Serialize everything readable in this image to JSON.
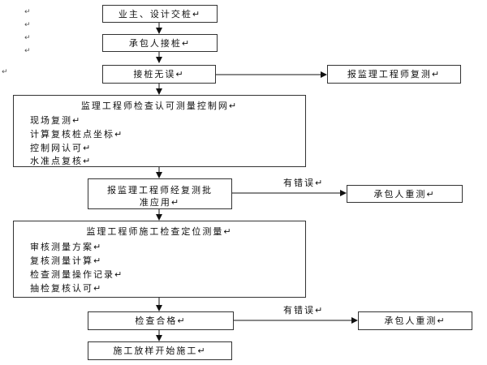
{
  "nodes": {
    "owner_handover": "业主、设计交桩↵",
    "contractor_receive": "承包人接桩↵",
    "stake_check": "接桩无误↵",
    "report_review": "报监理工程师复测↵",
    "engineer_check_title": "监理工程师检查认可测量控制网↵",
    "engineer_check_items": [
      "现场复测↵",
      "计算复核桩点坐标↵",
      "控制网认可↵",
      "水准点复核↵"
    ],
    "approval_line1": "报监理工程师经复测批",
    "approval_line2": "准应用↵",
    "remeasure_1": "承包人重测↵",
    "positioning_title": "监理工程师施工检查定位测量↵",
    "positioning_items": [
      "审核测量方案↵",
      "复核测量计算↵",
      "检查测量操作记录↵",
      "抽检复核认可↵"
    ],
    "inspection_pass": "检查合格↵",
    "remeasure_2": "承包人重测↵",
    "start_construction": "施工放样开始施工↵"
  },
  "edge_labels": {
    "error_1": "有错误↵",
    "error_2": "有错误↵"
  },
  "margin_marks": [
    "↵",
    "↵",
    "↵",
    "↵",
    "↵"
  ]
}
